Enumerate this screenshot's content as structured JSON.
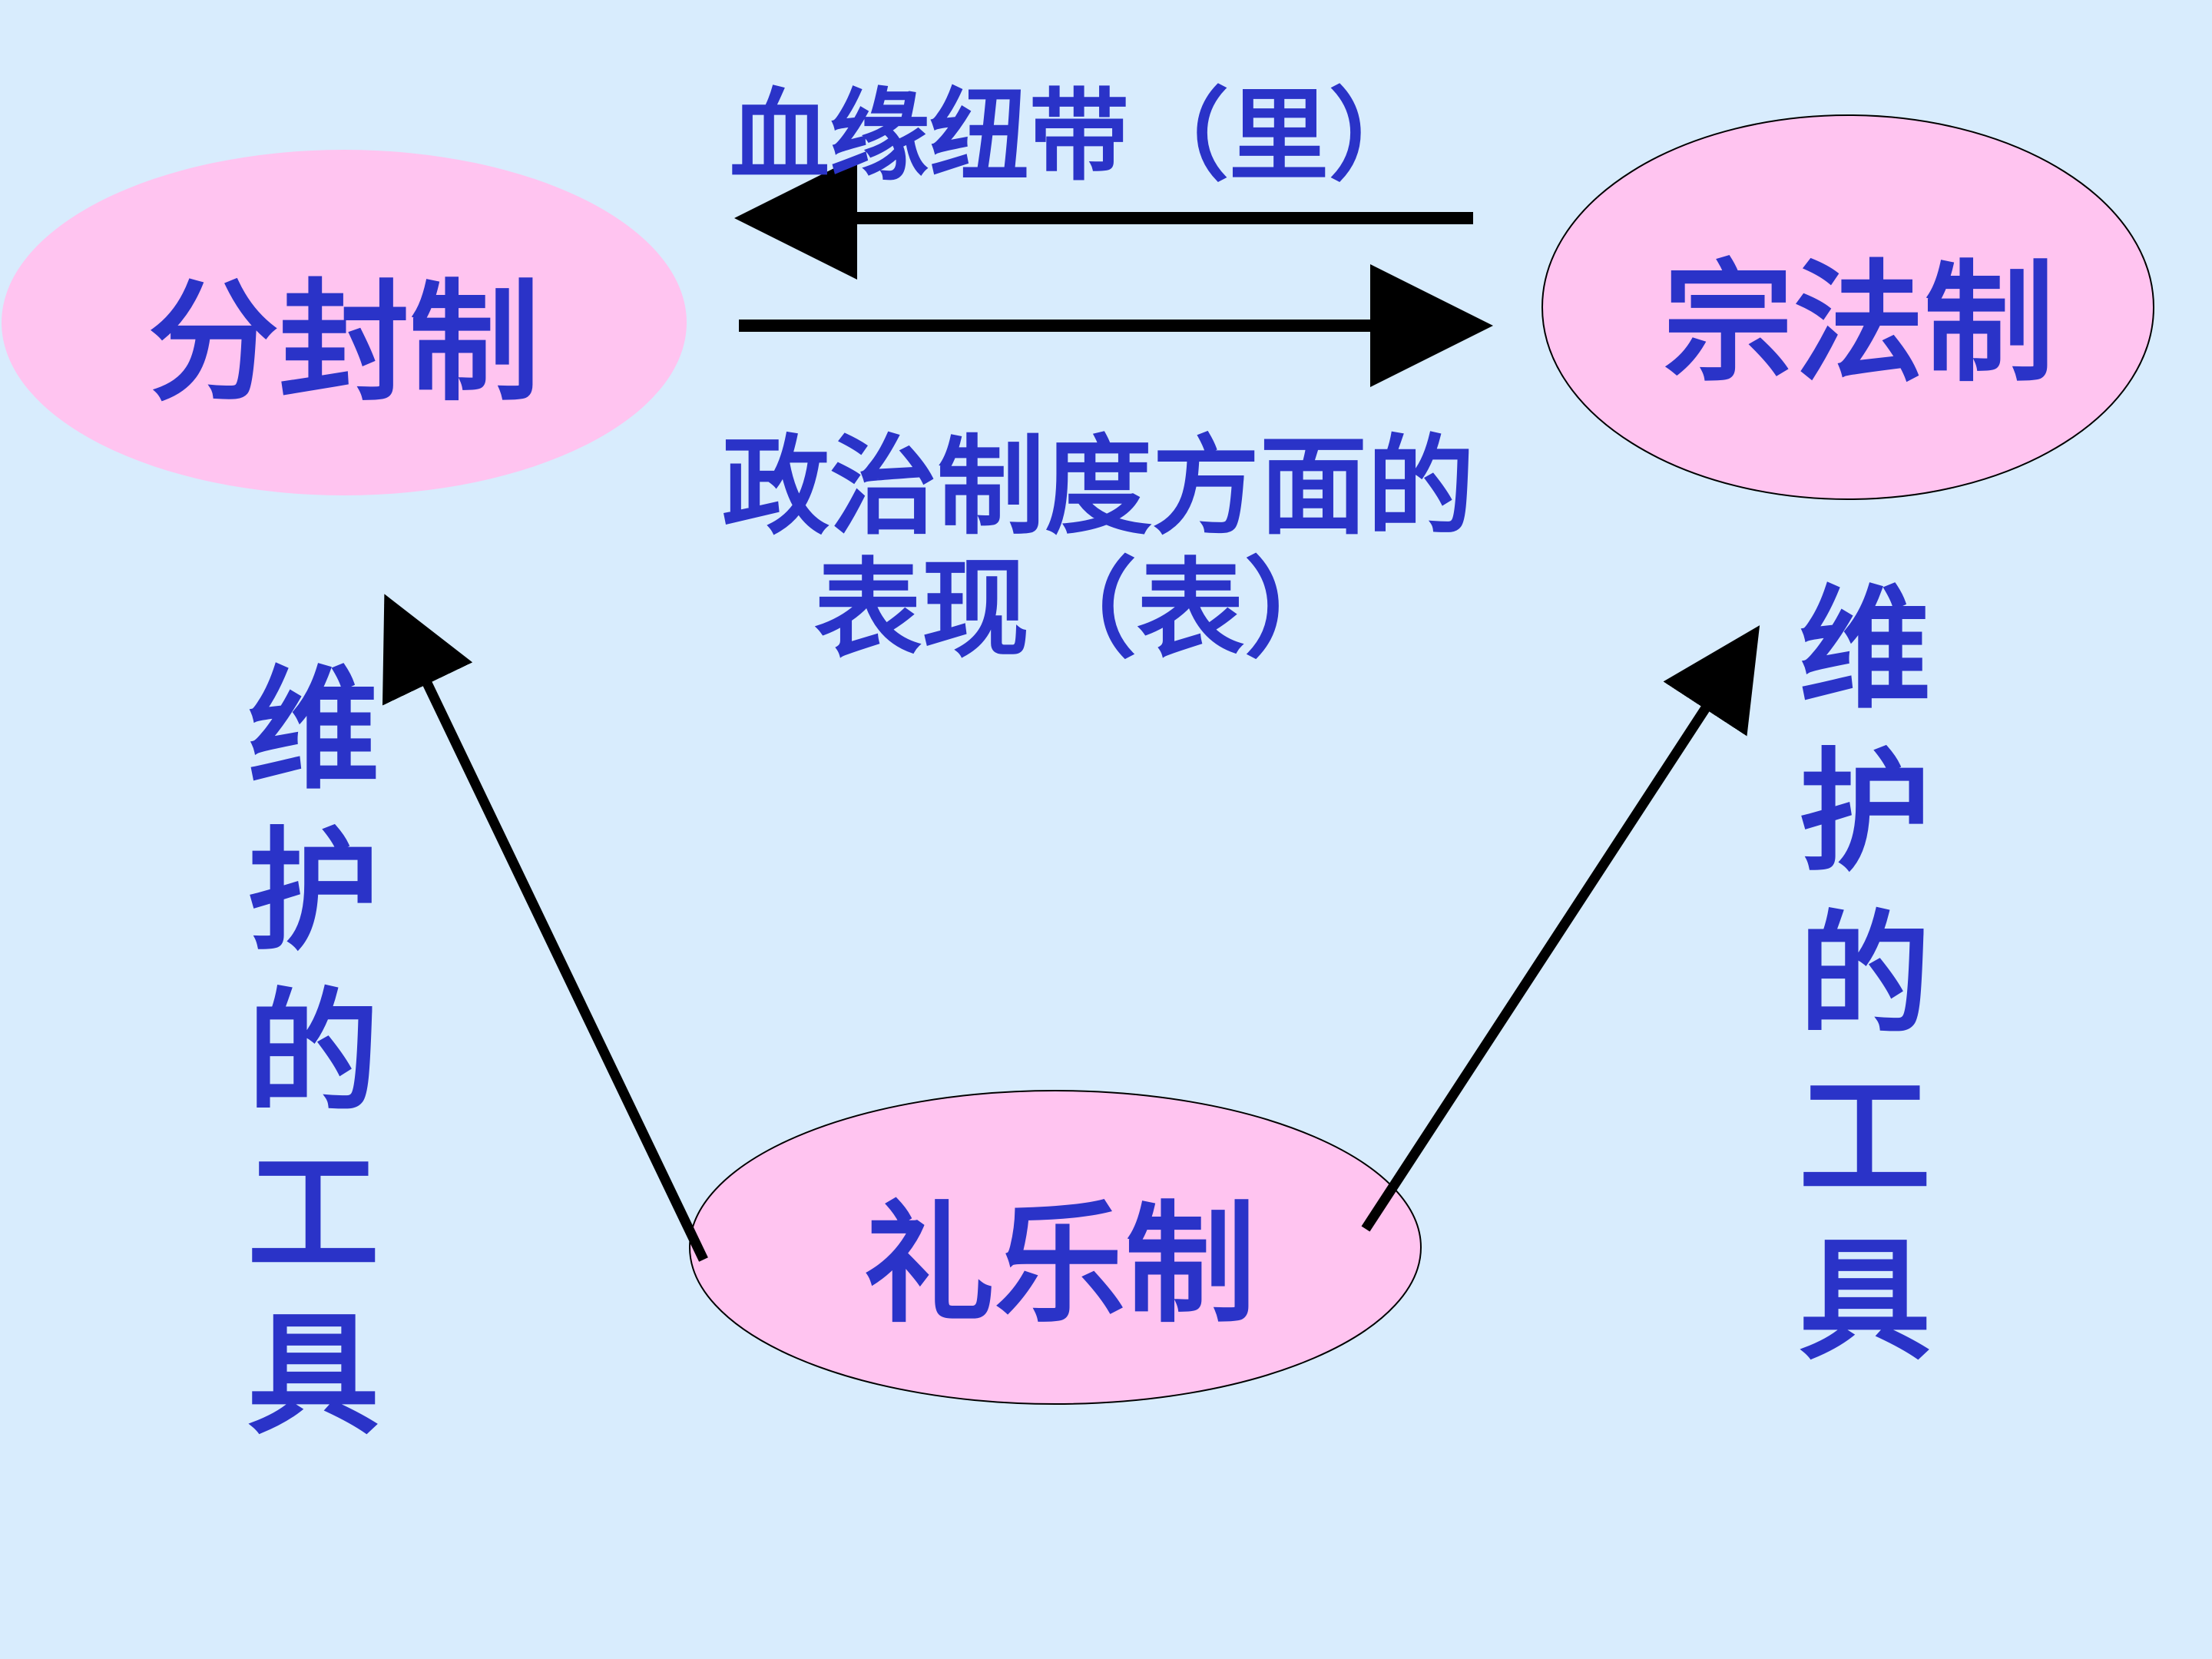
{
  "diagram": {
    "colors": {
      "background": "#d8ecfd",
      "node_fill": "#ffc4f0",
      "text": "#2a33c8",
      "arrow": "#000000"
    },
    "nodes": {
      "fengjian": {
        "label": "分封制"
      },
      "zongfa": {
        "label": "宗法制"
      },
      "liyue": {
        "label": "礼乐制"
      }
    },
    "edges": {
      "blood_tie": {
        "label": "血缘纽带（里）"
      },
      "political": {
        "line1": "政治制度方面的",
        "line2": "表现（表）"
      },
      "maintain_left": {
        "label": "维护的工具"
      },
      "maintain_right": {
        "label": "维护的工具"
      }
    }
  }
}
